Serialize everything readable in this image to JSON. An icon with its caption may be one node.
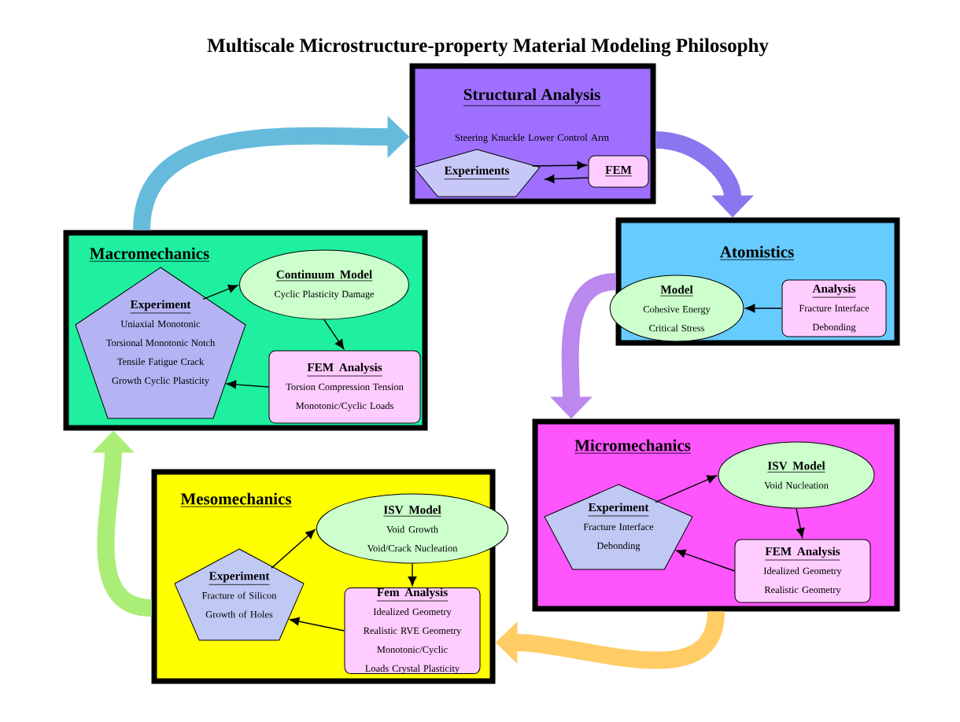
{
  "diagram": {
    "title": "Multiscale Microstructure-property Material Modeling Philosophy",
    "nodes": [
      {
        "text": [
          "Structural Analysis",
          "Steering Knuckle Lower Control Arm"
        ]
      },
      {
        "text": [
          "Experiments"
        ],
        "in": 0
      },
      {
        "text": [
          "FEM"
        ],
        "in": 0
      },
      {
        "text": [
          "Atomistics"
        ]
      },
      {
        "text": [
          "Model",
          "Cohesive Energy Critical Stress"
        ],
        "in": 3
      },
      {
        "text": [
          "Analysis",
          "Fracture Interface Debonding"
        ],
        "in": 3
      },
      {
        "text": [
          "Macromechanics"
        ]
      },
      {
        "text": [
          "Experiment",
          "Uniaxial Monotonic Torsional Monotonic Notch Tensile Fatigue Crack Growth Cyclic Plasticity"
        ],
        "in": 6
      },
      {
        "text": [
          "Continuum Model",
          "Cyclic Plasticity Damage"
        ],
        "in": 6
      },
      {
        "text": [
          "FEM Analysis",
          "Torsion Compression Tension Monotonic/Cyclic Loads"
        ],
        "in": 6
      },
      {
        "text": [
          "Micromechanics"
        ]
      },
      {
        "text": [
          "Experiment",
          "Fracture Interface Debonding"
        ],
        "in": 10
      },
      {
        "text": [
          "ISV Model",
          "Void Nucleation"
        ],
        "in": 10
      },
      {
        "text": [
          "FEM Analysis",
          "Idealized Geometry Realistic Geometry"
        ],
        "in": 10
      },
      {
        "text": [
          "Mesomechanics"
        ]
      },
      {
        "text": [
          "Experiment",
          "Fracture of Silicon Growth of Holes"
        ],
        "in": 14
      },
      {
        "text": [
          "ISV Model",
          "Void Growth Void/Crack Nucleation"
        ],
        "in": 14
      },
      {
        "text": [
          "Fem Analysis",
          "Idealized Geometry Realistic RVE Geometry Monotonic/Cyclic Loads Crystal Plasticity"
        ],
        "in": 14
      }
    ],
    "edges": [
      {
        "from": 1,
        "to": 2,
        "arrow": "to"
      },
      {
        "from": 2,
        "to": 1,
        "arrow": "to"
      },
      {
        "from": 5,
        "to": 4,
        "arrow": "to"
      },
      {
        "from": 7,
        "to": 8,
        "arrow": "to"
      },
      {
        "from": 8,
        "to": 9,
        "arrow": "to"
      },
      {
        "from": 9,
        "to": 7,
        "arrow": "to"
      },
      {
        "from": 11,
        "to": 12,
        "arrow": "to"
      },
      {
        "from": 12,
        "to": 13,
        "arrow": "to"
      },
      {
        "from": 13,
        "to": 11,
        "arrow": "to"
      },
      {
        "from": 15,
        "to": 16,
        "arrow": "to"
      },
      {
        "from": 16,
        "to": 17,
        "arrow": "to"
      },
      {
        "from": 17,
        "to": 15,
        "arrow": "to"
      },
      {
        "from": 6,
        "to": 0,
        "arrow": "to",
        "style": "thick",
        "color": "#66bbdd"
      },
      {
        "from": 0,
        "to": 3,
        "arrow": "to",
        "style": "thick",
        "color": "#8877ee"
      },
      {
        "from": 3,
        "to": 10,
        "arrow": "to",
        "style": "thick",
        "color": "#bb88ee"
      },
      {
        "from": 10,
        "to": 14,
        "arrow": "to",
        "style": "thick",
        "color": "#ffcc66"
      },
      {
        "from": 14,
        "to": 6,
        "arrow": "to",
        "style": "thick",
        "color": "#aaee77"
      }
    ]
  }
}
